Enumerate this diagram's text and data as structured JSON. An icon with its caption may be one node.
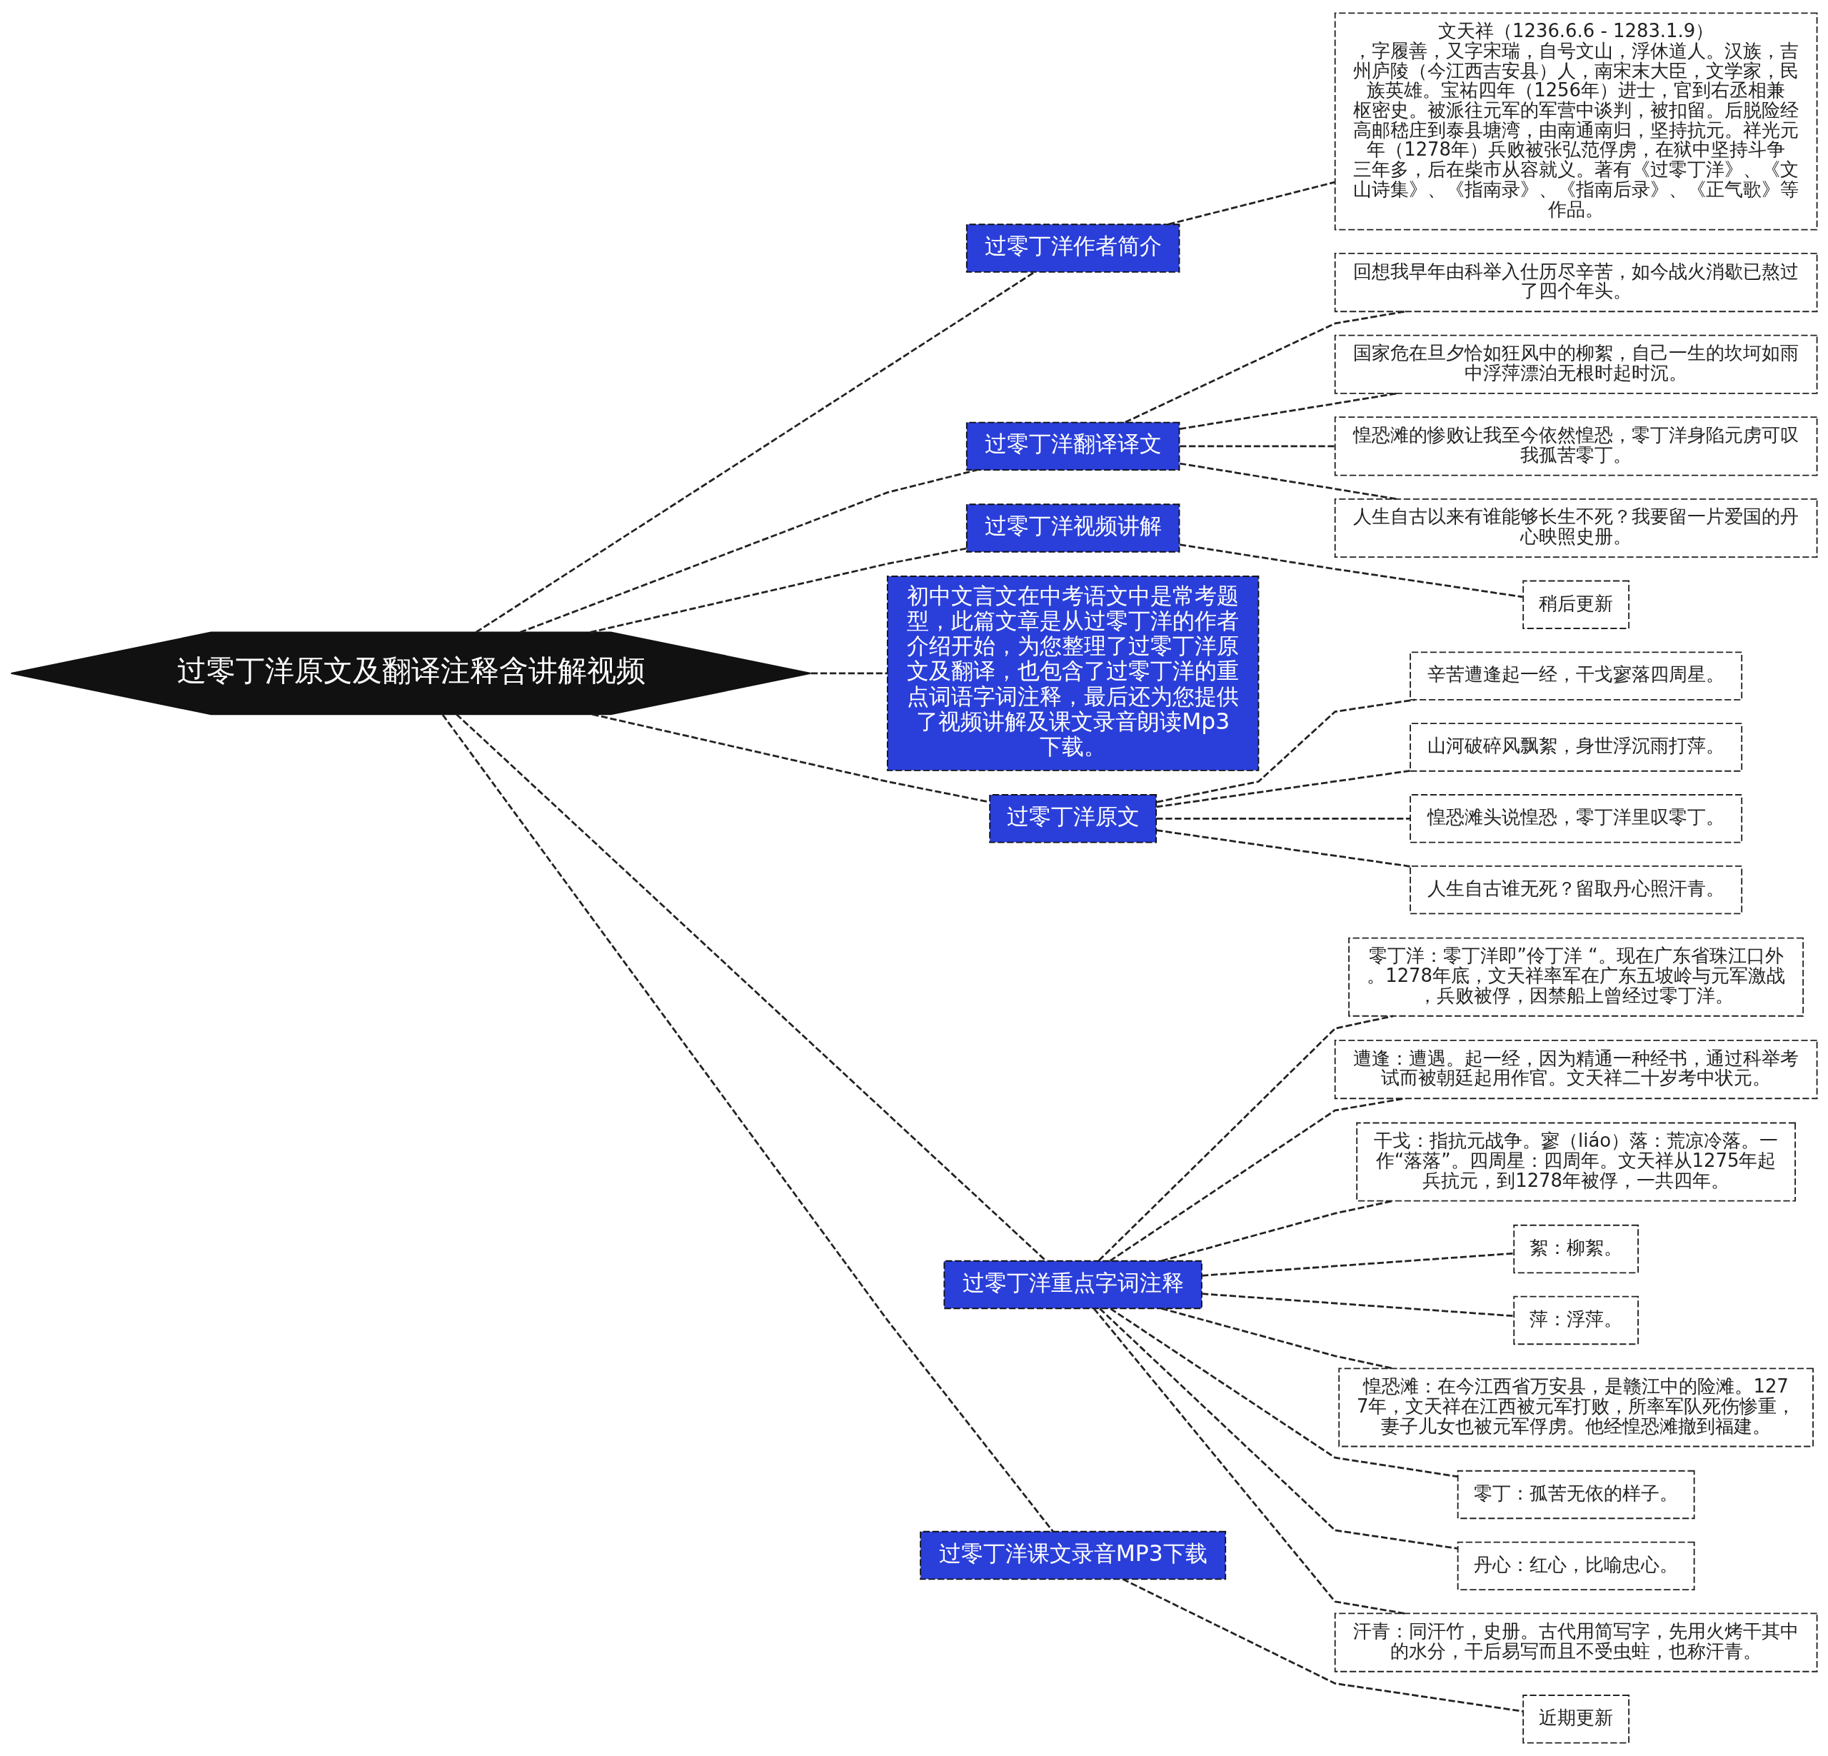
{
  "diagram": {
    "nodes": [
      {
        "text": [
          "过零丁洋原文及翻译注释含讲解视频"
        ]
      },
      {
        "text": [
          "过零丁洋作者简介"
        ]
      },
      {
        "text": [
          "文天祥（1236.6.6 - 1283.1.9），字履善，又字宋瑞，自号文山，浮休道人。汉族，吉州庐陵（今江西吉安县）人，南宋末大臣，文学家，民族英雄。宝祐四年（1256年）进士，官到右丞相兼枢密史。被派往元军的军营中谈判，被扣留。后脱险经高邮嵇庄到泰县塘湾，由南通南归，坚持抗元。祥光元年（1278年）兵败被张弘范俘虏，在狱中坚持斗争三年多，后在柴市从容就义。著有《过零丁洋》、《文山诗集》、《指南录》、《指南后录》、《正气歌》等作品。"
        ]
      },
      {
        "text": [
          "过零丁洋翻译译文"
        ]
      },
      {
        "text": [
          "回想我早年由科举入仕历尽辛苦，如今战火消歇已熬过了四个年头。"
        ]
      },
      {
        "text": [
          "国家危在旦夕恰如狂风中的柳絮，自己一生的坎坷如雨中浮萍漂泊无根时起时沉。"
        ]
      },
      {
        "text": [
          "惶恐滩的惨败让我至今依然惶恐，零丁洋身陷元虏可叹我孤苦零丁。"
        ]
      },
      {
        "text": [
          "人生自古以来有谁能够长生不死？我要留一片爱国的丹心映照史册。"
        ]
      },
      {
        "text": [
          "过零丁洋视频讲解"
        ]
      },
      {
        "text": [
          "稍后更新"
        ]
      },
      {
        "text": [
          "初中文言文在中考语文中是常考题型，此篇文章是从过零丁洋的作者介绍开始，为您整理了过零丁洋原文及翻译，也包含了过零丁洋的重点词语字词注释，最后还为您提供了视频讲解及课文录音朗读Mp3下载。"
        ]
      },
      {
        "text": [
          "过零丁洋原文"
        ]
      },
      {
        "text": [
          "辛苦遭逢起一经，干戈寥落四周星。"
        ]
      },
      {
        "text": [
          "山河破碎风飘絮，身世浮沉雨打萍。"
        ]
      },
      {
        "text": [
          "惶恐滩头说惶恐，零丁洋里叹零丁。"
        ]
      },
      {
        "text": [
          "人生自古谁无死？留取丹心照汗青。"
        ]
      },
      {
        "text": [
          "过零丁洋重点字词注释"
        ]
      },
      {
        "text": [
          "零丁洋：零丁洋即”伶丁洋 “。现在广东省珠江口外。1278年底，文天祥率军在广东五坡岭与元军激战，兵败被俘，因禁船上曾经过零丁洋。"
        ]
      },
      {
        "text": [
          "遭逢：遭遇。起一经，因为精通一种经书，通过科举考试而被朝廷起用作官。文天祥二十岁考中状元。"
        ]
      },
      {
        "text": [
          "干戈：指抗元战争。寥（liáo）落：荒凉冷落。一作“落落”。四周星：四周年。文天祥从1275年起兵抗元，到1278年被俘，一共四年。"
        ]
      },
      {
        "text": [
          "絮：柳絮。"
        ]
      },
      {
        "text": [
          "萍：浮萍。"
        ]
      },
      {
        "text": [
          "惶恐滩：在今江西省万安县，是赣江中的险滩。1277年，文天祥在江西被元军打败，所率军队死伤惨重，妻子儿女也被元军俘虏。他经惶恐滩撤到福建。"
        ]
      },
      {
        "text": [
          "零丁：孤苦无依的样子。"
        ]
      },
      {
        "text": [
          "丹心：红心，比喻忠心。"
        ]
      },
      {
        "text": [
          "汗青：同汗竹，史册。古代用简写字，先用火烤干其中的水分，干后易写而且不受虫蛀，也称汗青。"
        ]
      },
      {
        "text": [
          "过零丁洋课文录音MP3下载"
        ]
      },
      {
        "text": [
          "近期更新"
        ]
      }
    ],
    "edges": [
      {
        "from": 0,
        "to": 1,
        "arrow": "none",
        "style": "dashed"
      },
      {
        "from": 1,
        "to": 2,
        "arrow": "none",
        "style": "dashed"
      },
      {
        "from": 0,
        "to": 3,
        "arrow": "none",
        "style": "dashed"
      },
      {
        "from": 3,
        "to": 4,
        "arrow": "none",
        "style": "dashed"
      },
      {
        "from": 3,
        "to": 5,
        "arrow": "none",
        "style": "dashed"
      },
      {
        "from": 3,
        "to": 6,
        "arrow": "none",
        "style": "dashed"
      },
      {
        "from": 3,
        "to": 7,
        "arrow": "none",
        "style": "dashed"
      },
      {
        "from": 0,
        "to": 8,
        "arrow": "none",
        "style": "dashed"
      },
      {
        "from": 8,
        "to": 9,
        "arrow": "none",
        "style": "dashed"
      },
      {
        "from": 0,
        "to": 10,
        "arrow": "none",
        "style": "dashed"
      },
      {
        "from": 0,
        "to": 11,
        "arrow": "none",
        "style": "dashed"
      },
      {
        "from": 11,
        "to": 12,
        "arrow": "none",
        "style": "dashed"
      },
      {
        "from": 11,
        "to": 13,
        "arrow": "none",
        "style": "dashed"
      },
      {
        "from": 11,
        "to": 14,
        "arrow": "none",
        "style": "dashed"
      },
      {
        "from": 11,
        "to": 15,
        "arrow": "none",
        "style": "dashed"
      },
      {
        "from": 0,
        "to": 16,
        "arrow": "none",
        "style": "dashed"
      },
      {
        "from": 16,
        "to": 17,
        "arrow": "none",
        "style": "dashed"
      },
      {
        "from": 16,
        "to": 18,
        "arrow": "none",
        "style": "dashed"
      },
      {
        "from": 16,
        "to": 19,
        "arrow": "none",
        "style": "dashed"
      },
      {
        "from": 16,
        "to": 20,
        "arrow": "none",
        "style": "dashed"
      },
      {
        "from": 16,
        "to": 21,
        "arrow": "none",
        "style": "dashed"
      },
      {
        "from": 16,
        "to": 22,
        "arrow": "none",
        "style": "dashed"
      },
      {
        "from": 16,
        "to": 23,
        "arrow": "none",
        "style": "dashed"
      },
      {
        "from": 16,
        "to": 24,
        "arrow": "none",
        "style": "dashed"
      },
      {
        "from": 16,
        "to": 25,
        "arrow": "none",
        "style": "dashed"
      },
      {
        "from": 0,
        "to": 26,
        "arrow": "none",
        "style": "dashed"
      },
      {
        "from": 26,
        "to": 27,
        "arrow": "none",
        "style": "dashed"
      }
    ]
  }
}
